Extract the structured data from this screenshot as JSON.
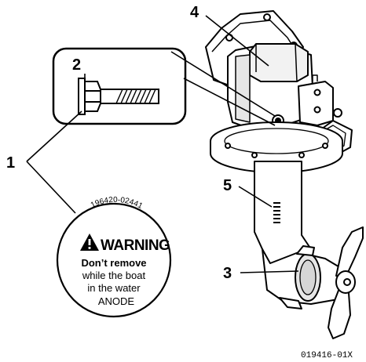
{
  "callouts": {
    "c1": "1",
    "c2": "2",
    "c3": "3",
    "c4": "4",
    "c5": "5"
  },
  "label": {
    "part_number": "196420-02441",
    "warning": "WARNING",
    "line1": "Don’t remove",
    "line2": "while the boat",
    "line3": "in the water",
    "line4": "ANODE"
  },
  "figure_id": "019416-01X",
  "colors": {
    "ink": "#000000",
    "paper": "#ffffff",
    "shade": "#e6e6e6"
  }
}
